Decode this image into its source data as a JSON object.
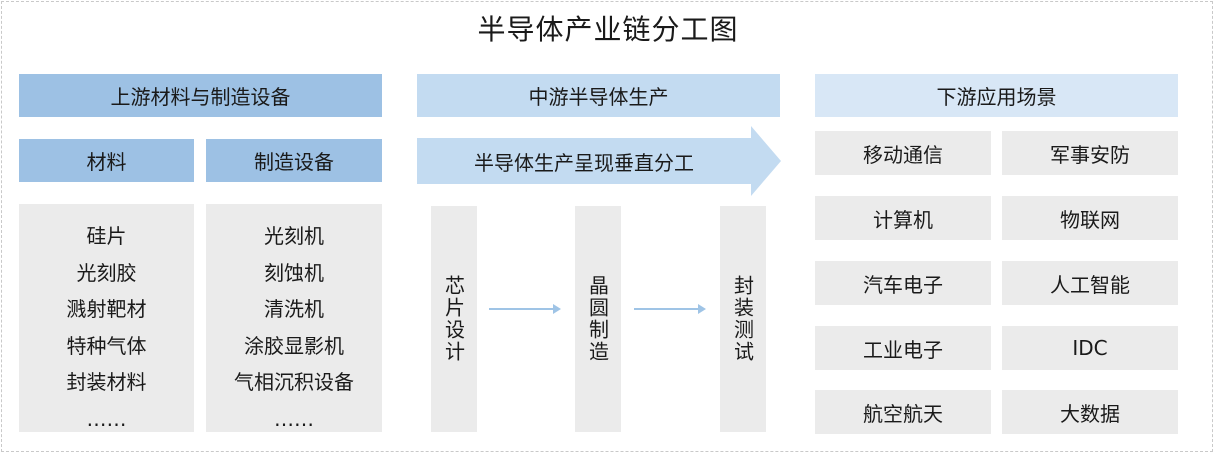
{
  "title": "半导体产业链分工图",
  "upstream": {
    "header": "上游材料与制造设备",
    "materials": {
      "header": "材料",
      "items": [
        "硅片",
        "光刻胶",
        "溅射靶材",
        "特种气体",
        "封装材料",
        "……"
      ]
    },
    "equipment": {
      "header": "制造设备",
      "items": [
        "光刻机",
        "刻蚀机",
        "清洗机",
        "涂胶显影机",
        "气相沉积设备",
        "……"
      ]
    }
  },
  "midstream": {
    "header": "中游半导体生产",
    "banner": "半导体生产呈现垂直分工",
    "steps": [
      "芯片设计",
      "晶圆制造",
      "封装测试"
    ]
  },
  "downstream": {
    "header": "下游应用场景",
    "items": [
      "移动通信",
      "军事安防",
      "计算机",
      "物联网",
      "汽车电子",
      "人工智能",
      "工业电子",
      "IDC",
      "航空航天",
      "大数据"
    ]
  },
  "colors": {
    "header_dark": "#9dc1e4",
    "header_light": "#c3dbf1",
    "header_pale": "#d8e7f6",
    "box_gray": "#ebebeb",
    "arrow": "#9fc4e6"
  }
}
